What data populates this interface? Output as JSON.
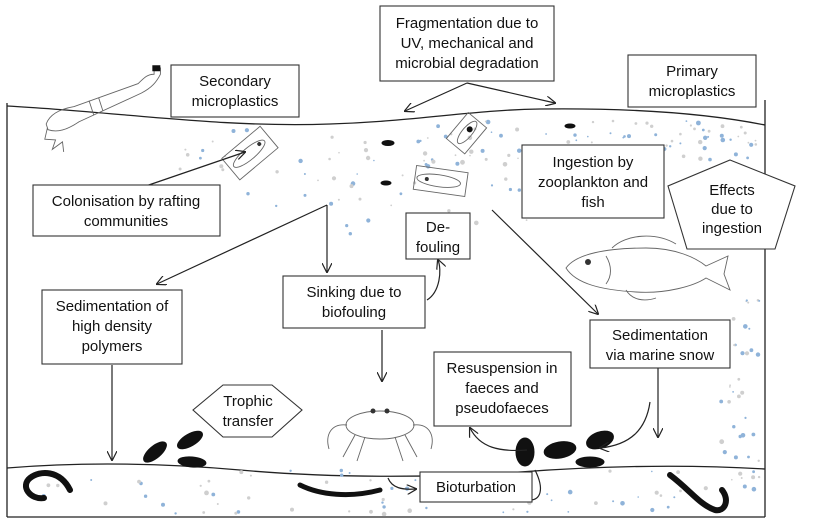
{
  "labels": {
    "fragmentation": [
      "Fragmentation due to",
      "UV, mechanical and",
      "microbial degradation"
    ],
    "secondary": [
      "Secondary",
      "microplastics"
    ],
    "primary": [
      "Primary",
      "microplastics"
    ],
    "colonisation": [
      "Colonisation by rafting",
      "communities"
    ],
    "ingestion": [
      "Ingestion by",
      "zooplankton and",
      "fish"
    ],
    "effects": [
      "Effects",
      "due to",
      "ingestion"
    ],
    "defouling": [
      "De-",
      "fouling"
    ],
    "sinking": [
      "Sinking due to",
      "biofouling"
    ],
    "sedimentation_high": [
      "Sedimentation of",
      "high density",
      "polymers"
    ],
    "sedimentation_snow": [
      "Sedimentation",
      "via marine snow"
    ],
    "resuspension": [
      "Resuspension in",
      "faeces and",
      "pseudofaeces"
    ],
    "trophic": [
      "Trophic",
      "transfer"
    ],
    "bioturbation": [
      "Bioturbation"
    ]
  },
  "colors": {
    "outline": "#222222",
    "particles_blue": "#8fb3d9",
    "organism_dark": "#111111"
  }
}
